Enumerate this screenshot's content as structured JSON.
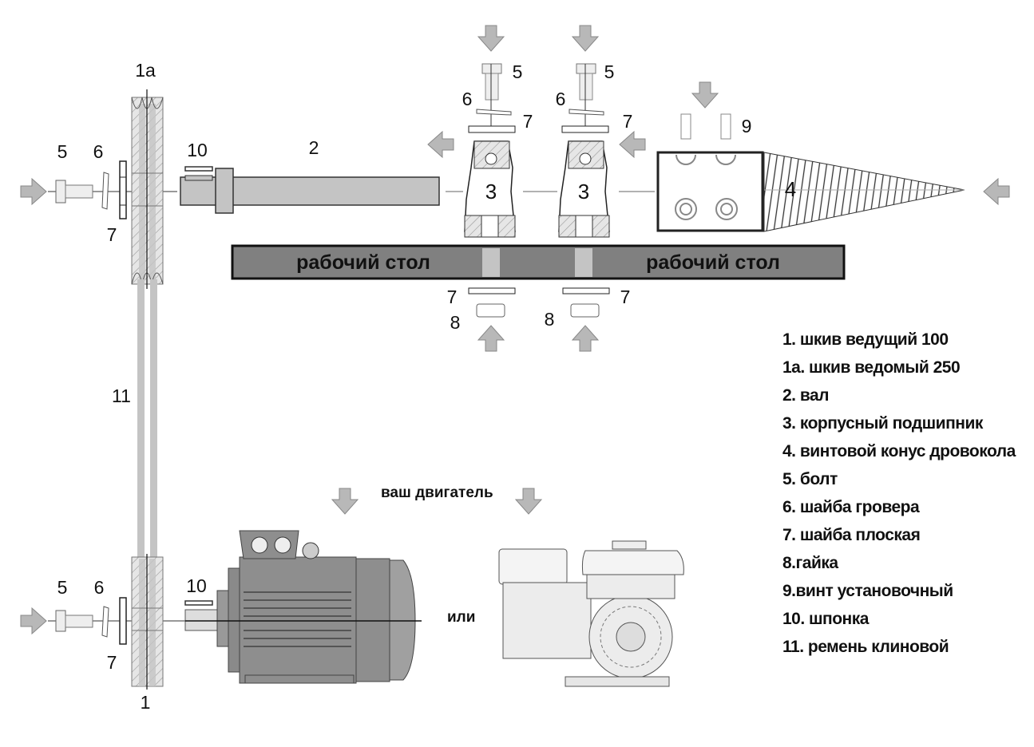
{
  "diagram": {
    "title_hint": "Сборка дровокола",
    "callouts": {
      "driven_pulley": "1а",
      "drive_pulley": "1",
      "shaft": "2",
      "bearing_left": "3",
      "bearing_right": "3",
      "cone": "4",
      "bolt": "5",
      "grover_washer": "6",
      "flat_washer": "7",
      "nut": "8",
      "set_screw": "9",
      "key": "10",
      "belt": "11"
    },
    "work_table": {
      "left_label": "рабочий стол",
      "right_label": "рабочий стол"
    },
    "motor_caption": "ваш двигатель",
    "or_caption": "или",
    "colors": {
      "part_fill": "#c4c4c4",
      "table_fill": "#808080",
      "arrow_fill": "#b8b8b8",
      "outline": "#222222"
    }
  },
  "legend": {
    "items": [
      "1. шкив ведущий 100",
      "1а. шкив ведомый 250",
      "2. вал",
      "3. корпусный подшипник",
      "4. винтовой конус дровокола",
      "5. болт",
      "6. шайба гровера",
      "7. шайба плоская",
      "8.гайка",
      "9.винт установочный",
      "10. шпонка",
      "11. ремень клиновой"
    ]
  }
}
